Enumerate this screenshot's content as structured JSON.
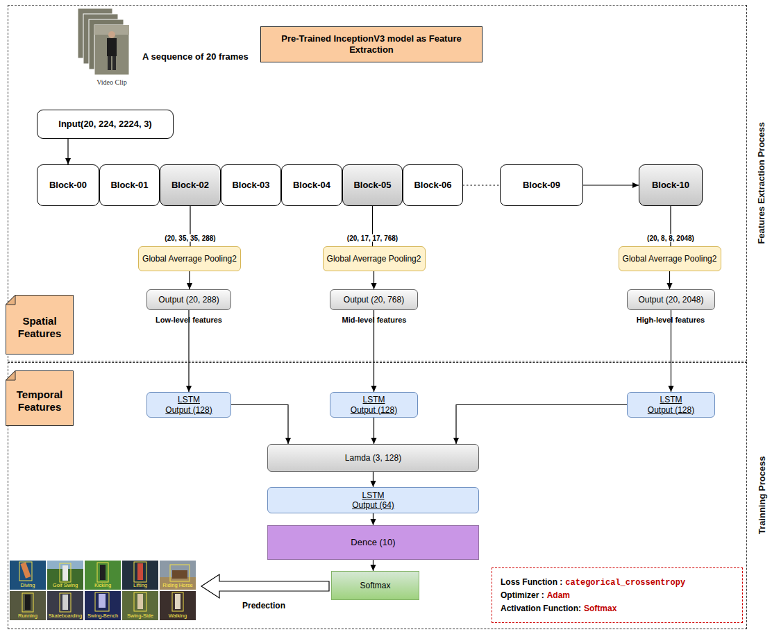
{
  "diagram": {
    "nodes": [
      {
        "text": [
          "Features Extraction Process"
        ]
      },
      {
        "text": [
          "Pre-Trained InceptionV3 model as Feature Extraction"
        ],
        "in": 0
      },
      {
        "text": [
          "Input(20, 224, 2224, 3)"
        ],
        "in": 0
      },
      {
        "text": [
          "Block-00"
        ],
        "in": 0
      },
      {
        "text": [
          "Block-01"
        ],
        "in": 0
      },
      {
        "text": [
          "Block-02"
        ],
        "in": 0
      },
      {
        "text": [
          "Block-03"
        ],
        "in": 0
      },
      {
        "text": [
          "Block-04"
        ],
        "in": 0
      },
      {
        "text": [
          "Block-05"
        ],
        "in": 0
      },
      {
        "text": [
          "Block-06"
        ],
        "in": 0
      },
      {
        "text": [
          "Block-09"
        ],
        "in": 0
      },
      {
        "text": [
          "Block-10"
        ],
        "in": 0
      },
      {
        "text": [
          "Global Averrage Pooling2"
        ],
        "in": 0
      },
      {
        "text": [
          "Global Averrage Pooling2"
        ],
        "in": 0
      },
      {
        "text": [
          "Global Averrage Pooling2"
        ],
        "in": 0
      },
      {
        "text": [
          "Output (20, 288)"
        ],
        "in": 0
      },
      {
        "text": [
          "Output (20, 768)"
        ],
        "in": 0
      },
      {
        "text": [
          "Output (20, 2048)"
        ],
        "in": 0
      },
      {
        "text": [
          "Spatial Features"
        ],
        "in": 0
      },
      {
        "text": [
          "Trainning Process"
        ]
      },
      {
        "text": [
          "Temporal Features"
        ],
        "in": 19
      },
      {
        "text": [
          "LSTM Output (128)"
        ],
        "in": 19
      },
      {
        "text": [
          "LSTM Output (128)"
        ],
        "in": 19
      },
      {
        "text": [
          "LSTM Output (128)"
        ],
        "in": 19
      },
      {
        "text": [
          "Lamda (3, 128)"
        ],
        "in": 19
      },
      {
        "text": [
          "LSTM Output (64)"
        ],
        "in": 19
      },
      {
        "text": [
          "Dence (10)"
        ],
        "in": 19
      },
      {
        "text": [
          "Softmax"
        ],
        "in": 19
      },
      {
        "text": [
          "Loss Function :",
          "categorical_crossentropy",
          "Optimizer :",
          "Adam",
          "Activation Function:",
          "Softmax"
        ],
        "in": 19
      }
    ],
    "edges": [
      {
        "from": 2,
        "to": 3,
        "arrow": "to"
      },
      {
        "from": 9,
        "to": 10,
        "arrow": "none"
      },
      {
        "from": 10,
        "to": 11,
        "arrow": "to"
      },
      {
        "from": 5,
        "to": 12,
        "label": "(20, 35, 35, 288)",
        "arrow": "none"
      },
      {
        "from": 8,
        "to": 13,
        "label": "(20, 17, 17, 768)",
        "arrow": "none"
      },
      {
        "from": 11,
        "to": 14,
        "label": "(20, 8, 8, 2048)",
        "arrow": "none"
      },
      {
        "from": 12,
        "to": 15,
        "arrow": "to"
      },
      {
        "from": 13,
        "to": 16,
        "arrow": "to"
      },
      {
        "from": 14,
        "to": 17,
        "arrow": "to"
      },
      {
        "from": 15,
        "to": 21,
        "arrow": "to"
      },
      {
        "from": 16,
        "to": 22,
        "arrow": "to"
      },
      {
        "from": 17,
        "to": 23,
        "arrow": "to"
      },
      {
        "from": 21,
        "to": 24,
        "arrow": "to"
      },
      {
        "from": 22,
        "to": 24,
        "arrow": "to"
      },
      {
        "from": 23,
        "to": 24,
        "arrow": "to"
      },
      {
        "from": 24,
        "to": 25,
        "arrow": "to"
      },
      {
        "from": 25,
        "to": 26,
        "arrow": "to"
      },
      {
        "from": 26,
        "to": 27,
        "arrow": "to"
      }
    ],
    "labels": [
      "A sequence of 20 frames",
      "Video Clip",
      "Low-level features",
      "Mid-level features",
      "High-level features",
      "Predection",
      "Diving",
      "Golf Swing",
      "Kicking",
      "Lifting",
      "Riding Horse",
      "Running",
      "Skateboarding",
      "Swing-Bench",
      "Swing-Side",
      "Walking"
    ]
  }
}
